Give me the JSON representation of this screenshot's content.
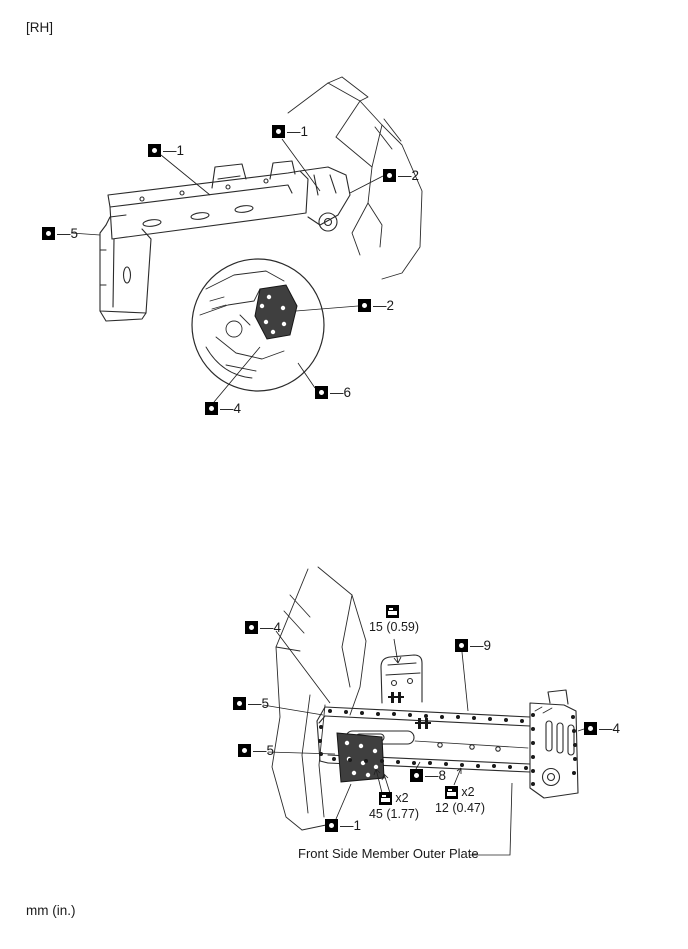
{
  "page": {
    "corner_label": "[RH]",
    "units_label": "mm (in.)"
  },
  "colors": {
    "line": "#2b2b2b",
    "dark_fill": "#3f3f3f",
    "marker_bg": "#000000"
  },
  "figure_top": {
    "callouts": [
      {
        "label": "—1"
      },
      {
        "label": "—1"
      },
      {
        "label": "—2"
      },
      {
        "label": "—5"
      },
      {
        "label": "—2"
      },
      {
        "label": "—6"
      },
      {
        "label": "—4"
      }
    ]
  },
  "figure_bottom": {
    "callouts": [
      {
        "label": "—4"
      },
      {
        "label": "—9"
      },
      {
        "label": "—5"
      },
      {
        "label": "—4"
      },
      {
        "label": "—5"
      },
      {
        "label": "—8"
      },
      {
        "label": "—1"
      }
    ],
    "measurements": [
      {
        "multiplier": "",
        "value": "15 (0.59)"
      },
      {
        "multiplier": "x2",
        "value": "45 (1.77)"
      },
      {
        "multiplier": "x2",
        "value": "12 (0.47)"
      }
    ],
    "part_label": "Front Side Member Outer Plate"
  }
}
